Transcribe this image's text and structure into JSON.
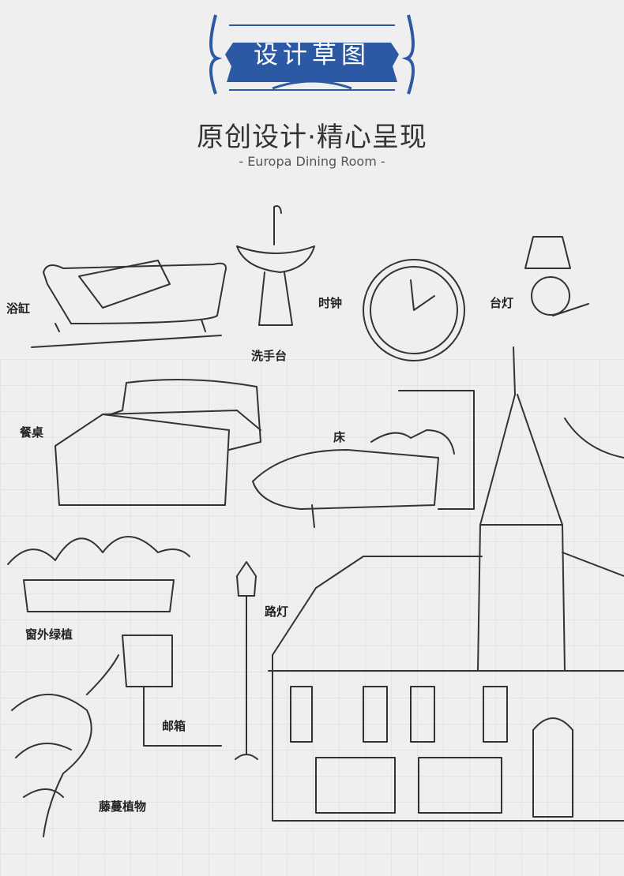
{
  "banner": {
    "title": "设计草图",
    "color": "#2b59a3"
  },
  "headline": "原创设计·精心呈现",
  "subline": "- Europa Dining Room -",
  "labels": {
    "bathtub": "浴缸",
    "washbasin": "洗手台",
    "clock": "时钟",
    "lamp": "台灯",
    "dining_table": "餐桌",
    "bed": "床",
    "window_plants": "窗外绿植",
    "street_lamp": "路灯",
    "mailbox": "邮箱",
    "vine_plants": "藤蔓植物"
  }
}
